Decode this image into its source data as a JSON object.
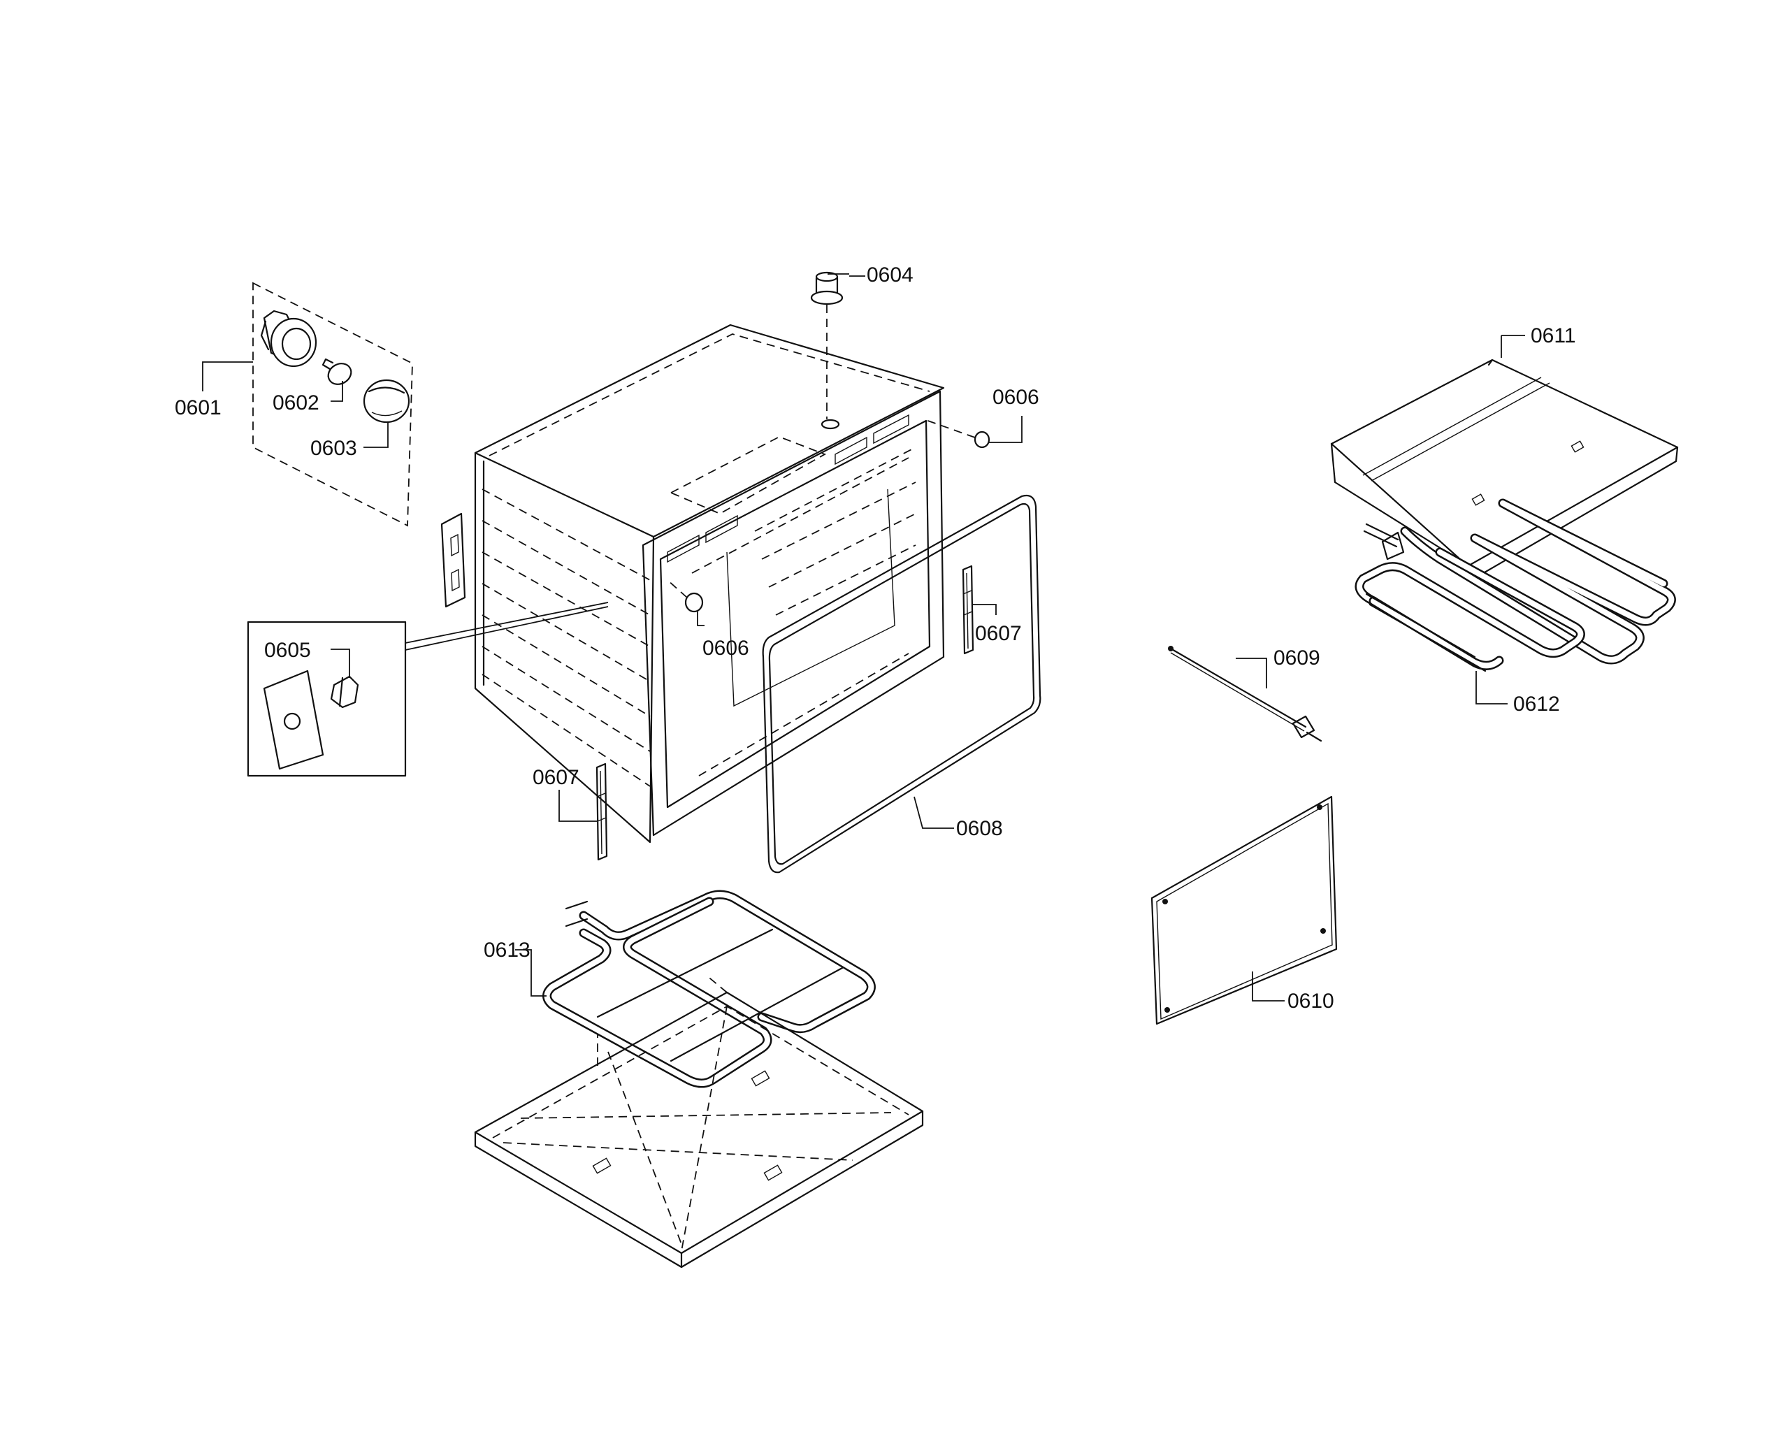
{
  "labels": {
    "p0601": "0601",
    "p0602": "0602",
    "p0603": "0603",
    "p0604": "0604",
    "p0605": "0605",
    "p0606a": "0606",
    "p0606b": "0606",
    "p0607a": "0607",
    "p0607b": "0607",
    "p0608": "0608",
    "p0609": "0609",
    "p0610": "0610",
    "p0611": "0611",
    "p0612": "0612",
    "p0613": "0613"
  }
}
